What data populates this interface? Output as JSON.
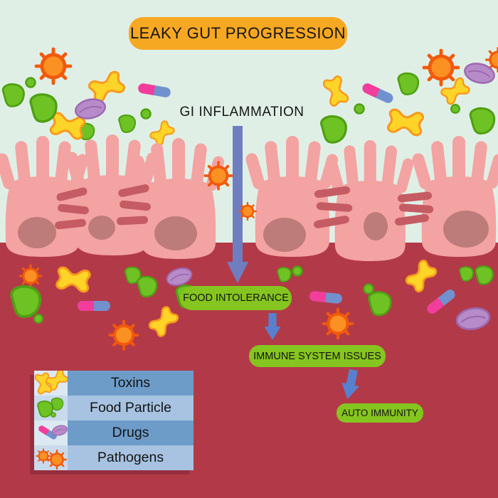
{
  "header": {
    "title": "LEAKY GUT PROGRESSION"
  },
  "diagram": {
    "inflammation_label": "GI INFLAMMATION",
    "flow_steps": [
      {
        "label": "FOOD INTOLERANCE"
      },
      {
        "label": "IMMUNE SYSTEM ISSUES"
      },
      {
        "label": "AUTO IMMUNITY"
      }
    ]
  },
  "legend": {
    "rows": [
      {
        "icon": "toxin-icon",
        "label": "Toxins"
      },
      {
        "icon": "food-particle-icon",
        "label": "Food Particle"
      },
      {
        "icon": "drug-capsule-icon",
        "label": "Drugs"
      },
      {
        "icon": "pathogen-icon",
        "label": "Pathogens"
      }
    ]
  },
  "colors": {
    "background_top": "#E0EFE6",
    "background_bottom": "#B23A48",
    "title_banner": "#F7A823",
    "flow_box_green": "#85C51F",
    "arrow_main": "#6F7EC0",
    "arrow_small": "#5781CE",
    "villus_pink": "#F3A3A1",
    "villus_nucleus": "#BD7C7A",
    "tight_junction": "#C55C63",
    "toxin_yellow": "#FFD428",
    "food_particle_green": "#6EC224",
    "drug_pink": "#F33D9C",
    "drug_blue": "#7191CE",
    "pill_purple": "#B78BC8",
    "pathogen_orange": "#FB9023",
    "legend_row_dark": "#6E9CC9",
    "legend_row_light": "#A7C3E1"
  }
}
